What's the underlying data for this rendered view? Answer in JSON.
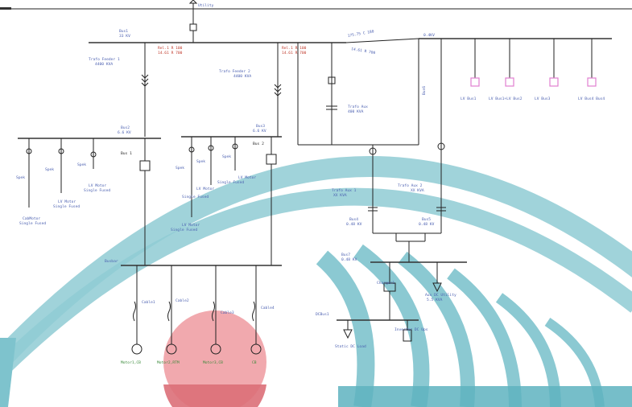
{
  "colors": {
    "wave": "#7ec3cd",
    "wave_dark": "#5eb3bf",
    "circle": "#ee9aa0",
    "circle_dark": "#dc6f78",
    "load": "#e17fd0",
    "text_blue": "#4a5fb0",
    "text_red": "#c0392b",
    "text_green": "#3a8a3a"
  },
  "utility": {
    "label": "Utility"
  },
  "main_bus": {
    "label": "Bus1",
    "voltage": "33 KV"
  },
  "relays": [
    {
      "r1": "Rel.1  R 100",
      "r2": "14.61 R 700"
    },
    {
      "r1": "Rel.1  R 100",
      "r2": "14.61 R 700"
    }
  ],
  "feeders": [
    {
      "label": "Trafo Feeder 1",
      "rating": "4400 KVA"
    },
    {
      "label": "Trafo Feeder 2",
      "rating": "4400 KVA"
    },
    {
      "label": "Trafo Aux",
      "rating": "400 KVA"
    }
  ],
  "right_bus": {
    "bus_label": "Bus6",
    "voltage": "0.4KV",
    "slant_labels": [
      "175.75 C 180",
      "14.61 R 700"
    ],
    "loads": [
      "LV Bus1",
      "LV Bus1+LV Bus2",
      "LV Bus3",
      "LV Bus4 Bus4"
    ]
  },
  "bus2": {
    "label": "Bus2",
    "voltage": "6.6 KV",
    "breaker": "Bus 1"
  },
  "bus3": {
    "label": "Bus3",
    "voltage": "6.6 KV",
    "breaker": "Bus 2"
  },
  "bus2_loads": [
    {
      "spec": "Spek",
      "name": "CabMotor",
      "note": "Single Fused"
    },
    {
      "spec": "Spek",
      "name": "LV Motor",
      "note": "Single Fused"
    },
    {
      "spec": "Spek",
      "name": "LV Motor",
      "note": "Single Fused"
    }
  ],
  "bus3_loads": [
    {
      "spec": "Spek",
      "name": "LV Motor",
      "note": "Single Fused"
    },
    {
      "spec": "Spek",
      "name": "LV Motor",
      "note": "Single Fused"
    },
    {
      "spec": "Spek",
      "name": "LV Motor",
      "note": "Single Fused"
    }
  ],
  "aux_trafos": [
    {
      "label": "Trafo Aux 1",
      "rating": "XX KVA",
      "bus": "Bus4",
      "voltage": "0.48 KV"
    },
    {
      "label": "Trafo Aux 2",
      "rating": "XX KVA",
      "bus": "Bus5",
      "voltage": "0.48 KV"
    }
  ],
  "bus7": {
    "label": "Bus7",
    "voltage": "0.48 KV",
    "left": "Charger1",
    "right": "Aux DC Utility",
    "right_rating": "5.5 KVA"
  },
  "dc_bus": {
    "label": "DCBus1",
    "loads": [
      "Static DC Load",
      "Inverter DC Ups"
    ]
  },
  "bottom_bus": {
    "label": "Busbar"
  },
  "cables": [
    "Cable1",
    "Cable2",
    "Cable3",
    "Cable4"
  ],
  "motors": [
    "Motor1,CB",
    "Motor2,RTM",
    "Motor3,CB",
    "CB"
  ]
}
